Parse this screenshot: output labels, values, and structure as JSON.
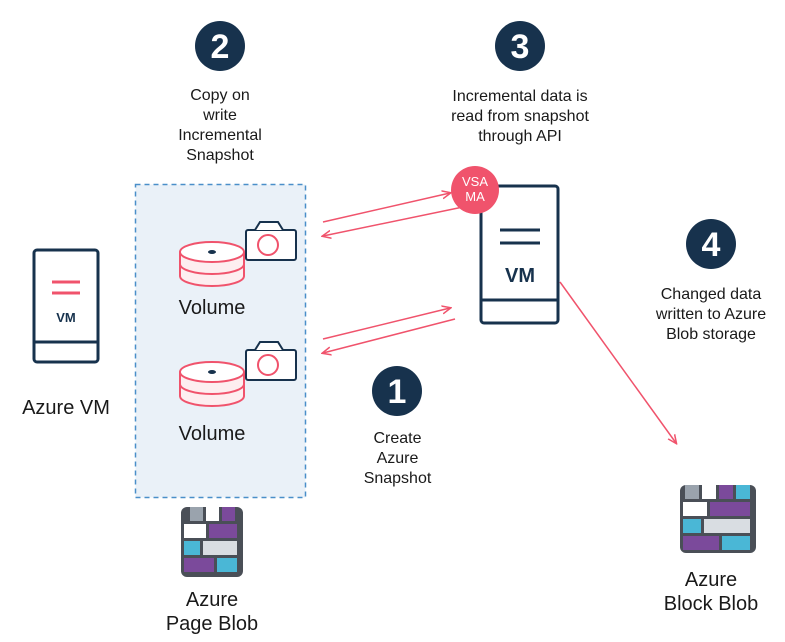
{
  "colors": {
    "navy": "#17324d",
    "pink": "#f0536c",
    "arrow": "#f0536c",
    "dashed_box_border": "#4a8fc9",
    "dashed_box_fill": "#eaf1f8",
    "blob_purple": "#7b4a9b",
    "blob_cyan": "#4ab7d6",
    "blob_gray": "#9aa3ad",
    "blob_dark": "#4a4f57"
  },
  "steps": {
    "step1": {
      "number": "1",
      "label": "Create\nAzure\nSnapshot"
    },
    "step2": {
      "number": "2",
      "label": "Copy on\nwrite\nIncremental\nSnapshot"
    },
    "step3": {
      "number": "3",
      "label": "Incremental data is\nread from snapshot\nthrough API"
    },
    "step4": {
      "number": "4",
      "label": "Changed data\nwritten to Azure\nBlob storage"
    }
  },
  "azure_vm": {
    "icon_text": "VM",
    "label": "Azure VM"
  },
  "volumes": [
    {
      "label": "Volume"
    },
    {
      "label": "Volume"
    }
  ],
  "page_blob": {
    "label": "Azure\nPage Blob"
  },
  "vsa_vm": {
    "badge_text": "VSA\nMA",
    "badge_line1": "VSA",
    "badge_line2": "MA",
    "icon_text": "VM"
  },
  "block_blob": {
    "label": "Azure\nBlock Blob"
  }
}
